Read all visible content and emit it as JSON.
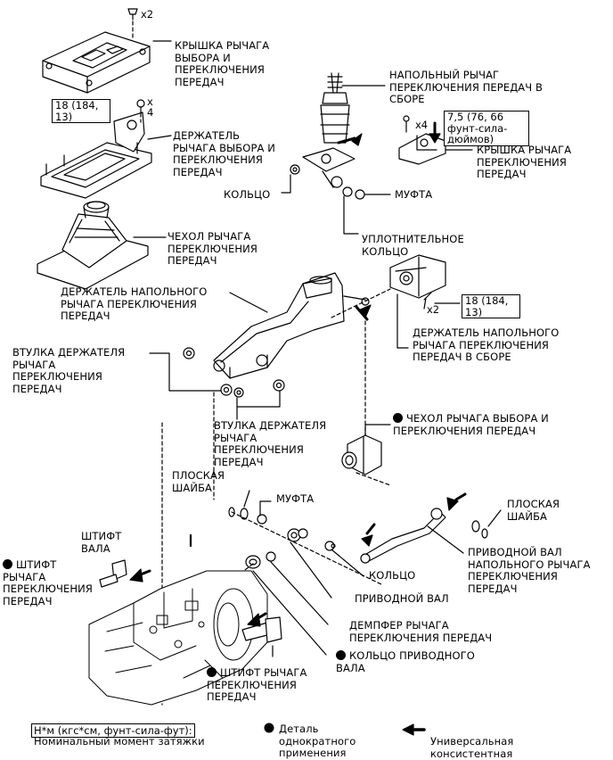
{
  "counts": {
    "x2a": "x2",
    "x4": "x4",
    "x4b": "x\n4",
    "x2b": "x2"
  },
  "torque": {
    "t1": "18 (184,\n13)",
    "t2": "7,5 (76, 66\nфунт-сила-дюймов)",
    "t3": "18 (184,\n13)"
  },
  "labels": {
    "shift_lever_cover": "КРЫШКА РЫЧАГА\nВЫБОРА И\nПЕРЕКЛЮЧЕНИЯ\nПЕРЕДАЧ",
    "lever_holder": "ДЕРЖАТЕЛЬ\nРЫЧАГА ВЫБОРА И\nПЕРЕКЛЮЧЕНИЯ\nПЕРЕДАЧ",
    "lever_boot": "ЧЕХОЛ РЫЧАГА\nПЕРЕКЛЮЧЕНИЯ\nПЕРЕДАЧ",
    "floor_lever_assy": "НАПОЛЬНЫЙ РЫЧАГ\nПЕРЕКЛЮЧЕНИЯ ПЕРЕДАЧ В\nСБОРЕ",
    "lever_cover_right": "КРЫШКА РЫЧАГА\nПЕРЕКЛЮЧЕНИЯ\nПЕРЕДАЧ",
    "ring_top": "КОЛЬЦО",
    "bushing_top": "МУФТА",
    "o_ring": "УПЛОТНИТЕЛЬНОЕ\nКОЛЬЦО",
    "floor_holder": "ДЕРЖАТЕЛЬ НАПОЛЬНОГО\nРЫЧАГА ПЕРЕКЛЮЧЕНИЯ\nПЕРЕДАЧ",
    "floor_holder_assy": "ДЕРЖАТЕЛЬ НАПОЛЬНОГО\nРЫЧАГА ПЕРЕКЛЮЧЕНИЯ\nПЕРЕДАЧ В СБОРЕ",
    "holder_bushing_1": "ВТУЛКА ДЕРЖАТЕЛЯ\nРЫЧАГА\nПЕРЕКЛЮЧЕНИЯ\nПЕРЕДАЧ",
    "holder_bushing_2": "ВТУЛКА ДЕРЖАТЕЛЯ\nРЫЧАГА\nПЕРЕКЛЮЧЕНИЯ\nПЕРЕДАЧ",
    "select_boot": "ЧЕХОЛ РЫЧАГА ВЫБОРА И\nПЕРЕКЛЮЧЕНИЯ ПЕРЕДАЧ",
    "flat_washer_left": "ПЛОСКАЯ\nШАЙБА",
    "flat_washer_right": "ПЛОСКАЯ\nШАЙБА",
    "bushing_mid": "МУФТА",
    "drive_shaft_floor": "ПРИВОДНОЙ ВАЛ\nНАПОЛЬНОГО РЫЧАГА\nПЕРЕКЛЮЧЕНИЯ\nПЕРЕДАЧ",
    "shaft_pin": "ШТИФТ\nВАЛА",
    "shift_pin": "ШТИФТ\nРЫЧАГА\nПЕРЕКЛЮЧЕНИЯ\nПЕРЕДАЧ",
    "ring_mid": "КОЛЬЦО",
    "drive_shaft": "ПРИВОДНОЙ ВАЛ",
    "damper": "ДЕМПФЕР РЫЧАГА\nПЕРЕКЛЮЧЕНИЯ ПЕРЕДАЧ",
    "drive_shaft_ring": "КОЛЬЦО ПРИВОДНОГО\nВАЛА",
    "shift_lever_pin": "ШТИФТ РЫЧАГА\nПЕРЕКЛЮЧЕНИЯ\nПЕРЕДАЧ"
  },
  "legend": {
    "torque_unit": "Н*м (кгс*см, фунт-сила-фут):",
    "torque_desc": "Номинальный момент затяжки",
    "non_reusable": "Деталь\nоднократного\nприменения",
    "grease": "Универсальная\nконсистентная"
  }
}
